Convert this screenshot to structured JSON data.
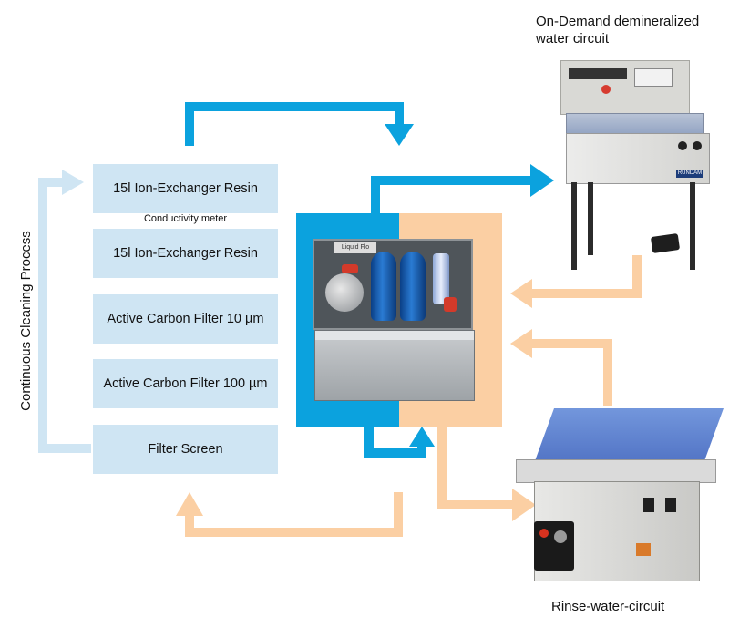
{
  "stages": [
    "15l Ion-Exchanger Resin",
    "15l Ion-Exchanger Resin",
    "Active Carbon Filter 10 µm",
    "Active Carbon Filter 100 µm",
    "Filter Screen"
  ],
  "conductivity_label": "Conductivity meter",
  "process_label": "Continuous Cleaning Process",
  "demin_caption": [
    "On-Demand demineralized",
    "water circuit"
  ],
  "rinse_caption": "Rinse-water-circuit",
  "central_unit_brand": "Liquid Flo",
  "demin_brand": "RUNDAM",
  "colors": {
    "clean_flow": "#0ba2de",
    "rinse_flow": "#fbcfa3",
    "loop_flow": "#cfe5f3",
    "stage_fill": "#cfe5f3"
  }
}
